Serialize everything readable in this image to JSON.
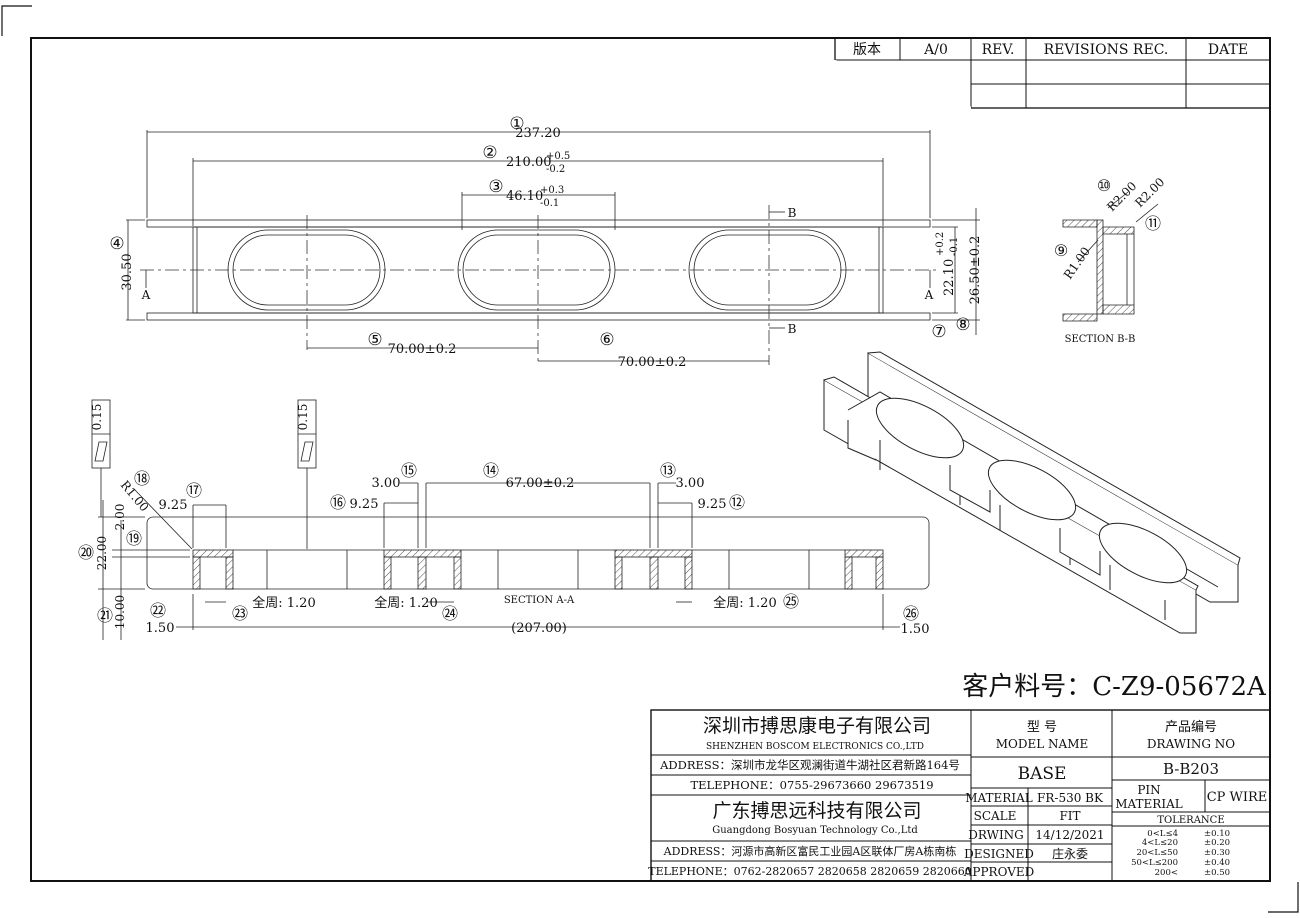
{
  "revision_table": {
    "version_label": "版本",
    "version_value": "A/0",
    "rev_label": "REV.",
    "revisions_label": "REVISIONS REC.",
    "date_label": "DATE"
  },
  "top_view": {
    "dim1_num": "①",
    "dim1": "237.20",
    "dim2_num": "②",
    "dim2": "210.00",
    "dim2_tol_up": "+0.5",
    "dim2_tol_dn": "-0.2",
    "dim3_num": "③",
    "dim3": "46.10",
    "dim3_tol_up": "+0.3",
    "dim3_tol_dn": "-0.1",
    "dim4_num": "④",
    "dim4": "30.50",
    "dim5_num": "⑤",
    "dim5": "70.00±0.2",
    "dim6_num": "⑥",
    "dim6": "70.00±0.2",
    "dim7_num": "⑦",
    "dim7": "22.10",
    "dim7_tol_up": "+0.2",
    "dim7_tol_dn": "-0.1",
    "dim8_num": "⑧",
    "dim8": "26.50±0.2",
    "section_a_left": "A",
    "section_a_right": "A",
    "section_b_top": "B",
    "section_b_bottom": "B"
  },
  "section_bb": {
    "label": "SECTION B-B",
    "r9_num": "⑨",
    "r9": "R1.00",
    "r10_num": "⑩",
    "r10": "R2.00",
    "r11_num": "⑪",
    "r11": "R2.00"
  },
  "section_aa": {
    "label": "SECTION A-A",
    "flat1": "0.15",
    "flat2": "0.15",
    "n12": "⑫",
    "d12": "9.25",
    "n13": "⑬",
    "d13": "3.00",
    "n14": "⑭",
    "d14": "67.00±0.2",
    "n15": "⑮",
    "d15": "3.00",
    "n16": "⑯",
    "d16": "9.25",
    "n17": "⑰",
    "d17": "9.25",
    "n18": "⑱",
    "r18": "R1.00",
    "n19": "⑲",
    "d19": "2.00",
    "n20": "⑳",
    "d20": "22.00",
    "n21": "㉑",
    "d21": "10.00",
    "n22": "㉒",
    "d22": "1.50",
    "n23": "㉓",
    "wall1": "全周: 1.20",
    "n24": "㉔",
    "wall2": "全周: 1.20",
    "n25": "㉕",
    "wall3": "全周: 1.20",
    "n26": "㉖",
    "d26": "1.50",
    "overall": "(207.00)"
  },
  "customer_part": "客户料号：C-Z9-05672A",
  "title_block": {
    "company1_cn": "深圳市搏思康电子有限公司",
    "company1_en": "SHENZHEN BOSCOM ELECTRONICS CO.,LTD",
    "address1": "ADDRESS：深圳市龙华区观澜街道牛湖社区君新路164号",
    "telephone1": "TELEPHONE：0755-29673660  29673519",
    "company2_cn": "广东搏思远科技有限公司",
    "company2_en": "Guangdong Bosyuan Technology Co.,Ltd",
    "address2": "ADDRESS：河源市高新区富民工业园A区联体厂房A栋南栋",
    "telephone2": "TELEPHONE：0762-2820657 2820658 2820659 2820660",
    "model_cn": "型    号",
    "model_en": "MODEL NAME",
    "model_value": "BASE",
    "drawing_cn": "产品编号",
    "drawing_en": "DRAWING NO",
    "drawing_value": "B-B203",
    "material_label": "MATERIAL",
    "material_value": "FR-530 BK",
    "pin_material_label1": "PIN",
    "pin_material_label2": "MATERIAL",
    "pin_material_value": "CP WIRE",
    "scale_label": "SCALE",
    "scale_value": "FIT",
    "tolerance_label": "TOLERANCE",
    "drwing_label": "DRWING",
    "drwing_value": "14/12/2021",
    "designed_label": "DESIGNED",
    "designed_value": "庄永委",
    "approved_label": "APPROVED",
    "tolerances": [
      {
        "range": "0<L≤4",
        "tol": "±0.10"
      },
      {
        "range": "4<L≤20",
        "tol": "±0.20"
      },
      {
        "range": "20<L≤50",
        "tol": "±0.30"
      },
      {
        "range": "50<L≤200",
        "tol": "±0.40"
      },
      {
        "range": "200<",
        "tol": "±0.50"
      }
    ]
  }
}
